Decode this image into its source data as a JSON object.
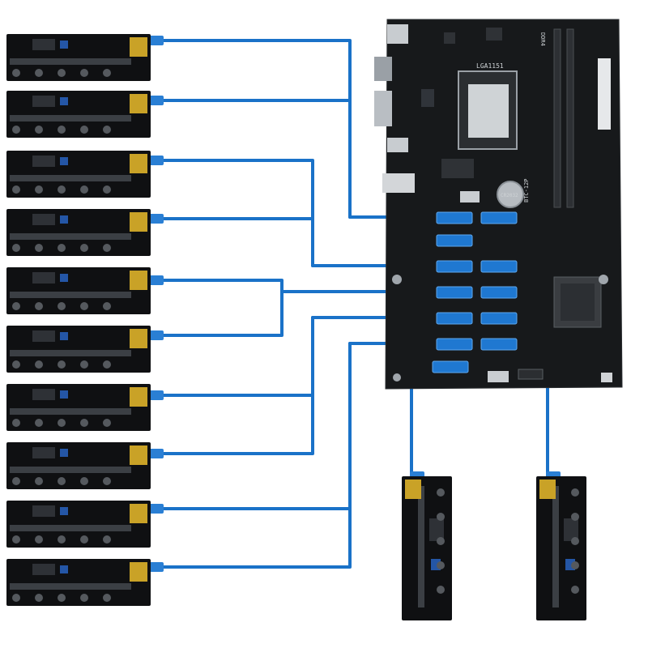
{
  "motherboard": {
    "socket_label": "LGA1151",
    "ram_label": "DDR4",
    "board_label": "BTC-12P",
    "battery_label": "CR2032",
    "board_color": "#17191b",
    "slot_color": "#1f78d1"
  },
  "risers": {
    "count": 12,
    "color": "#0f1012",
    "accent": "#c9a227"
  },
  "cables": {
    "count": 12,
    "color": "#1a72c8"
  }
}
